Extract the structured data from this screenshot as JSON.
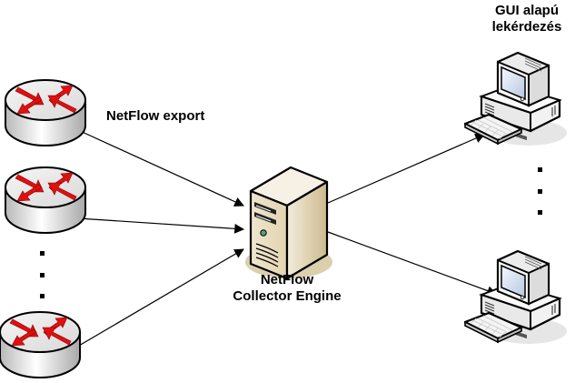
{
  "labels": {
    "export": "NetFlow export",
    "collector_line1": "NetFlow",
    "collector_line2": "Collector Engine",
    "gui_line1": "GUI alapú",
    "gui_line2": "lekérdezés"
  },
  "nodes": {
    "routers": [
      {
        "name": "router-1",
        "icon": "router-icon"
      },
      {
        "name": "router-2",
        "icon": "router-icon"
      },
      {
        "name": "router-n",
        "icon": "router-icon"
      }
    ],
    "collector": {
      "name": "netflow-collector-server",
      "icon": "server-tower-icon"
    },
    "clients": [
      {
        "name": "gui-client-1",
        "icon": "desktop-computer-icon"
      },
      {
        "name": "gui-client-n",
        "icon": "desktop-computer-icon"
      }
    ]
  },
  "edges": [
    {
      "from": "router-1",
      "to": "netflow-collector-server",
      "style": "arrow"
    },
    {
      "from": "router-2",
      "to": "netflow-collector-server",
      "style": "arrow"
    },
    {
      "from": "router-n",
      "to": "netflow-collector-server",
      "style": "arrow"
    },
    {
      "from": "netflow-collector-server",
      "to": "gui-client-1",
      "style": "arrow"
    },
    {
      "from": "netflow-collector-server",
      "to": "gui-client-n",
      "style": "arrow"
    }
  ],
  "colors": {
    "router_arrows": "#e01010",
    "router_body": "#e4e4e4",
    "server_body": "#e8dcc0",
    "server_shadow": "#d8ccaa",
    "line": "#000000"
  }
}
